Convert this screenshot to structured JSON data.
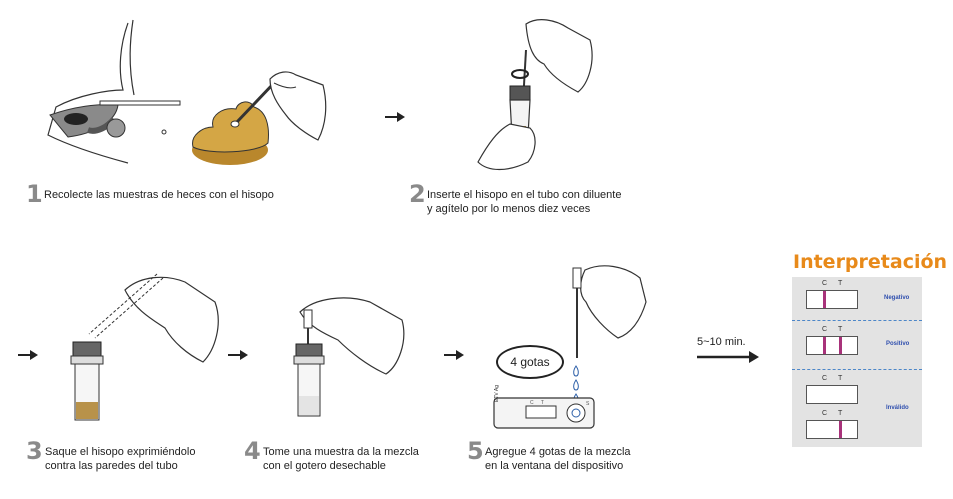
{
  "steps": [
    {
      "num": "1",
      "lines": [
        "Recolecte las muestras de heces con el hisopo"
      ]
    },
    {
      "num": "2",
      "lines": [
        "Inserte el hisopo en el tubo con diluente",
        "y agítelo por lo menos diez veces"
      ]
    },
    {
      "num": "3",
      "lines": [
        "Saque el hisopo exprimiéndolo",
        "contra las paredes del tubo"
      ]
    },
    {
      "num": "4",
      "lines": [
        "Tome una muestra da la mezcla",
        "con el gotero desechable"
      ]
    },
    {
      "num": "5",
      "lines": [
        "Agregue 4 gotas de la mezcla",
        "en la ventana del dispositivo"
      ]
    }
  ],
  "drops_label": "4 gotas",
  "time_label": "5~10 min.",
  "device_labels": {
    "brand": "ETV Ag",
    "window": "C T",
    "well": "S"
  },
  "interpretation": {
    "title": "Interpretación",
    "control_label": "C",
    "test_label": "T",
    "results": [
      {
        "label": "Negativo"
      },
      {
        "label": "Positivo"
      },
      {
        "label": "Inválido"
      }
    ]
  },
  "colors": {
    "title": "#e88a1a",
    "line": "#a8327a",
    "result_text": "#2f4fae",
    "stool": "#c99a3c"
  }
}
